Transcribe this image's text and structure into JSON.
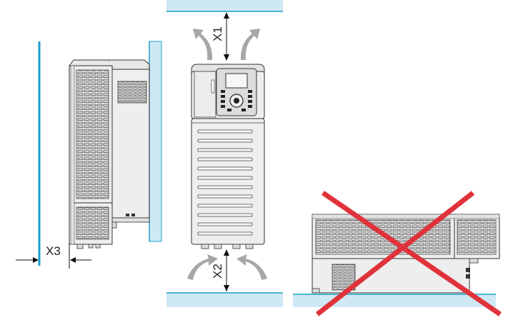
{
  "dimensions": {
    "top_clearance": "X1",
    "bottom_clearance": "X2",
    "side_clearance": "X3"
  },
  "colors": {
    "wall": "#cfe9f4",
    "wall_edge": "#1aa0c8",
    "device_body": "#eeeeee",
    "device_outline": "#333333",
    "airflow_arrow": "#a6a6a6",
    "cross": "#e0323a"
  },
  "icons": {
    "airflow": "airflow-arrow-icon",
    "forbidden": "red-cross-icon"
  }
}
